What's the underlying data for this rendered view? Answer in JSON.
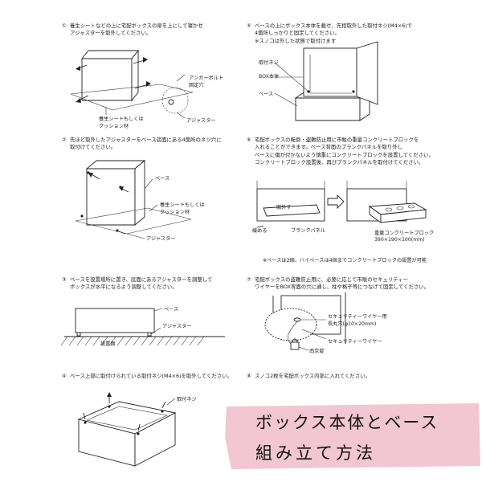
{
  "steps": [
    {
      "num": "①",
      "lines": [
        "養生シートなどの上に宅配ボックスの扉を上にして寝かせ",
        "アジャスターを取外してください。"
      ]
    },
    {
      "num": "②",
      "lines": [
        "先ほど取外したアジャスターをベース底面にある4箇所のネジ穴に",
        "取付けてください。"
      ]
    },
    {
      "num": "③",
      "lines": [
        "ベースを設置場所に置き、底面にあるアジャスターを調整して",
        "ボックスが水平になるよう調整してください。"
      ]
    },
    {
      "num": "④",
      "lines": [
        "ベース上部に取付けられている取付ネジ(M4×6)を取外してください。"
      ]
    },
    {
      "num": "⑤",
      "lines": [
        "ベースの上にボックス本体を載せ、先程取外した取付ネジ(M4×6)で",
        "4箇所しっかりと固定してください。",
        "※スノコは外した状態で取付けます"
      ]
    },
    {
      "num": "⑥",
      "lines": [
        "宅配ボックスの転倒・盗難防止用に市販の重量コンクリートブロックを",
        "入れることができます。ベース背面のブランクパネルを取り外し",
        "ベースに傷が付かないよう慎重にコンクリートブロックを設置してください。",
        "コンクリートブロック設置後、再びブランクパネルを取付けてください。"
      ]
    },
    {
      "num": "⑦",
      "lines": [
        "宅配ボックスの盗難防止用に、必要に応じて市販のセキュリティー",
        "ワイヤーをBOX背面の穴に通し、柱や格子等につなげて固定してください。"
      ]
    },
    {
      "num": "⑧",
      "lines": [
        "スノコ2枚を宅配ボックス内部に入れてください。"
      ]
    }
  ],
  "labels": {
    "s1_anchor": "アンカーボルト",
    "s1_anchor2": "固定穴",
    "s1_sheet": "養生シートもしくは",
    "s1_sheet2": "クッション材",
    "s1_adj": "アジャスター",
    "s2_base": "ベース",
    "s2_sheet": "養生シートもしくは",
    "s2_sheet2": "クッション材",
    "s2_adj": "アジャスター",
    "s3_base": "ベース",
    "s3_adj": "アジャスター",
    "s3_floor": "設置面",
    "s4_screw": "取付ネジ",
    "s5_screw": "取付ネジ",
    "s5_box": "BOX本体",
    "s5_base": "ベース",
    "s6_remove": "取外す",
    "s6_loosen": "緩める",
    "s6_panel": "ブランクパネル",
    "s6_block": "重量コンクリートブロック",
    "s6_block_size": "390×190×100(mm)",
    "s6_note": "※ベースは2個、ハイベースは4個までコンクリートブロックの設置が可能",
    "s7_wire": "セキュリティーワイヤー用",
    "s7_hole": "長丸穴(φ10×20mm)",
    "s7_wire2": "セキュリティーワイヤー",
    "s7_lock": "南京錠"
  },
  "banner": {
    "line1": "ボックス本体とベース",
    "line2": "組み立て方法",
    "color": "#f2c6d3"
  }
}
